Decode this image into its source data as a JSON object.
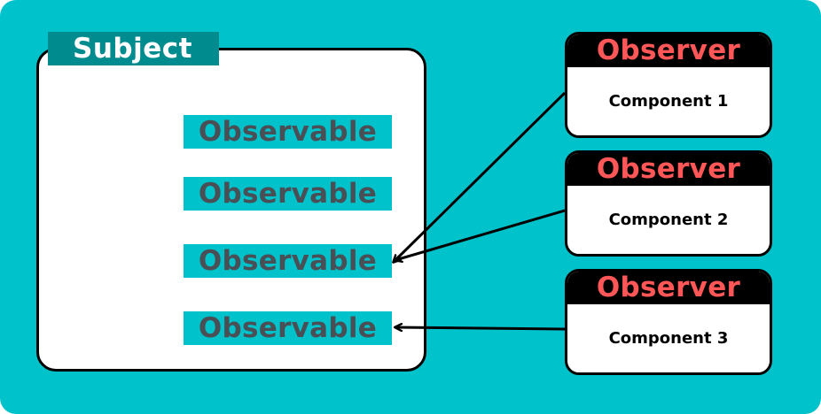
{
  "subject": {
    "label": "Subject",
    "observables": [
      "Observable",
      "Observable",
      "Observable",
      "Observable"
    ]
  },
  "observers": [
    {
      "header": "Observer",
      "component": "Component 1"
    },
    {
      "header": "Observer",
      "component": "Component 2"
    },
    {
      "header": "Observer",
      "component": "Component 3"
    }
  ],
  "colors": {
    "background": "#00c2cb",
    "subject_label_bg": "#008b8f",
    "observable_text": "#4a4f55",
    "observer_header_bg": "#000000",
    "observer_header_text": "#ff5757"
  }
}
